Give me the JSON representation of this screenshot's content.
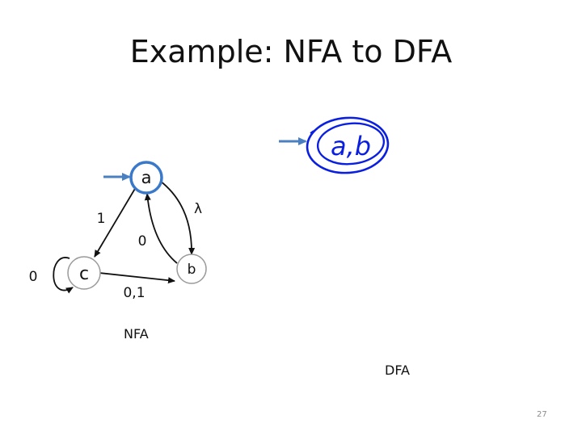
{
  "slide": {
    "title": "Example: NFA to DFA",
    "page_number": "27"
  },
  "nfa": {
    "caption": "NFA",
    "states": [
      {
        "id": "a",
        "label": "a",
        "start": true
      },
      {
        "id": "b",
        "label": "b",
        "start": false
      },
      {
        "id": "c",
        "label": "c",
        "start": false
      }
    ],
    "transitions": [
      {
        "from": "a",
        "to": "b",
        "label": "λ"
      },
      {
        "from": "a",
        "to": "c",
        "label": "1"
      },
      {
        "from": "b",
        "to": "a",
        "label": "0"
      },
      {
        "from": "c",
        "to": "b",
        "label": "0,1"
      },
      {
        "from": "c",
        "to": "c",
        "label": "0"
      }
    ]
  },
  "dfa": {
    "caption": "DFA",
    "handwritten_state": "a,b"
  },
  "colors": {
    "start_state_stroke": "#3a78c9",
    "start_arrow": "#4a7fc1",
    "state_stroke": "#9a9a9a",
    "ink": "#111111",
    "handwriting": "#0a1fe0"
  }
}
